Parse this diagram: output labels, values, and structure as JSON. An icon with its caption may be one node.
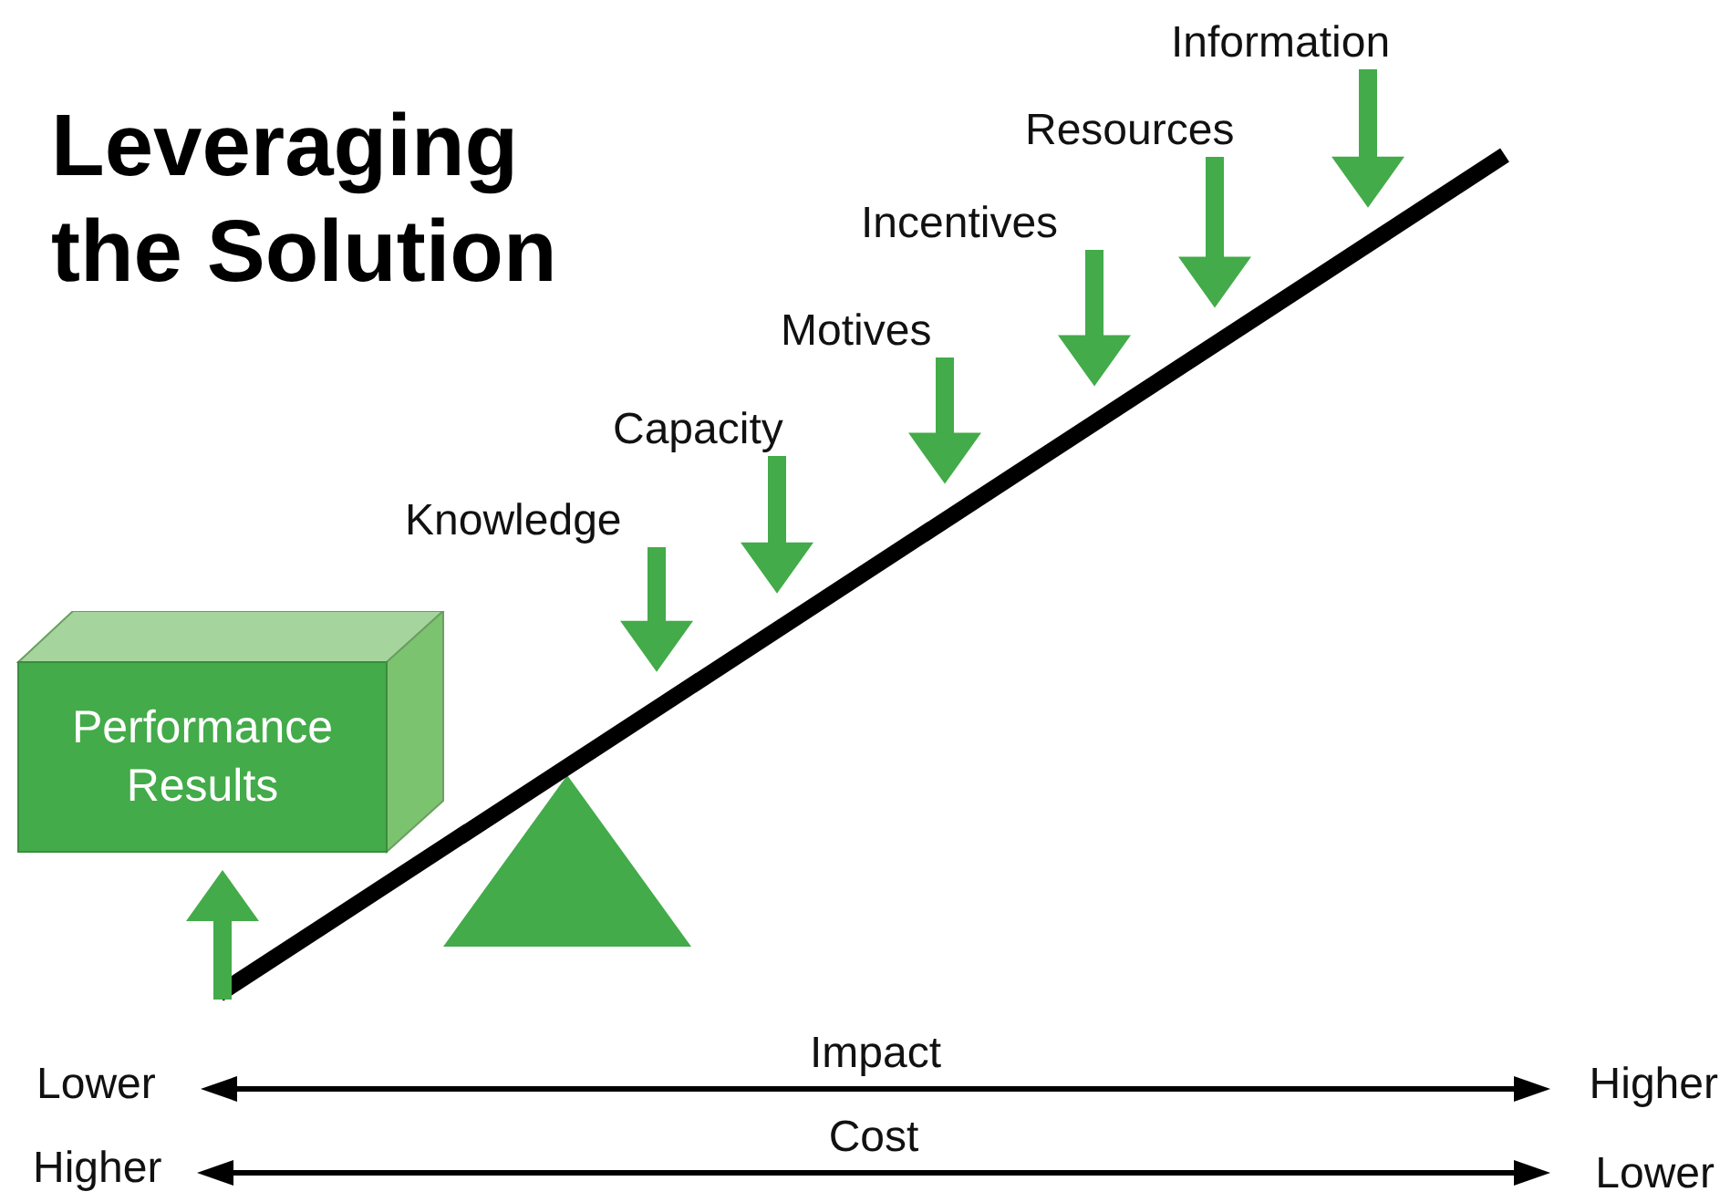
{
  "diagram": {
    "title": "Leveraging the Solution",
    "nodes": [
      {
        "text": [
          "Performance Results"
        ]
      },
      {
        "text": [
          "Knowledge"
        ]
      },
      {
        "text": [
          "Capacity"
        ]
      },
      {
        "text": [
          "Motives"
        ]
      },
      {
        "text": [
          "Incentives"
        ]
      },
      {
        "text": [
          "Resources"
        ]
      },
      {
        "text": [
          "Information"
        ]
      },
      {
        "text": [
          "Lower"
        ]
      },
      {
        "text": [
          "Higher"
        ]
      },
      {
        "text": [
          "Higher"
        ]
      },
      {
        "text": [
          "Lower"
        ]
      }
    ],
    "edges": [
      {
        "from": null,
        "to": 0,
        "arrow": "to"
      },
      {
        "from": 1,
        "to": null,
        "arrow": "to"
      },
      {
        "from": 2,
        "to": null,
        "arrow": "to"
      },
      {
        "from": 3,
        "to": null,
        "arrow": "to"
      },
      {
        "from": 4,
        "to": null,
        "arrow": "to"
      },
      {
        "from": 5,
        "to": null,
        "arrow": "to"
      },
      {
        "from": 6,
        "to": null,
        "arrow": "to"
      },
      {
        "from": 7,
        "to": 8,
        "arrow": "both",
        "label": "Impact",
        "color": "#000000"
      },
      {
        "from": 9,
        "to": 10,
        "arrow": "both",
        "label": "Cost",
        "color": "#000000"
      }
    ]
  }
}
